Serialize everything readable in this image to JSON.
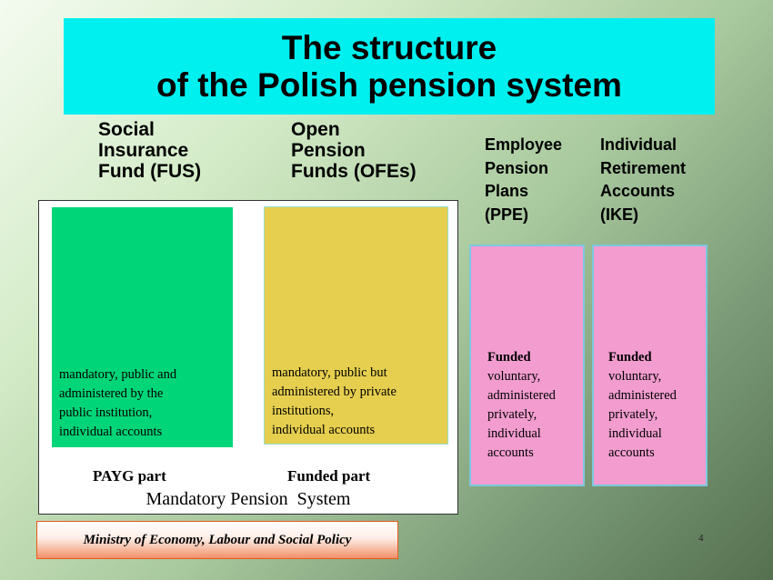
{
  "title": {
    "line1": "The structure",
    "line2": "of the Polish pension system"
  },
  "columns": {
    "fus": {
      "lines": [
        "Social",
        "Insurance",
        "Fund (FUS)"
      ]
    },
    "ofe": {
      "lines": [
        "Open",
        "Pension",
        "Funds (OFEs)"
      ]
    },
    "ppe": {
      "lines": [
        "Employee",
        "Pension",
        "Plans",
        "(PPE)"
      ]
    },
    "ike": {
      "lines": [
        "Individual",
        "Retirement",
        "Accounts",
        "(IKE)"
      ]
    }
  },
  "boxes": {
    "fus": {
      "lines": [
        "mandatory, public and",
        "administered by the",
        "public institution,",
        "individual accounts"
      ]
    },
    "ofe": {
      "lines": [
        "mandatory, public but",
        "administered by private",
        "institutions,",
        "individual accounts"
      ]
    },
    "ppe": {
      "heading": "Funded",
      "lines": [
        "voluntary,",
        "administered",
        "privately,",
        "individual",
        "accounts"
      ]
    },
    "ike": {
      "heading": "Funded",
      "lines": [
        "voluntary,",
        "administered",
        "privately,",
        "individual",
        "accounts"
      ]
    }
  },
  "labels": {
    "payg": "PAYG part",
    "funded": "Funded part",
    "system": "Mandatory Pension  System"
  },
  "footer": {
    "ministry": "Ministry of Economy, Labour and Social Policy",
    "page_number": "4"
  },
  "colors": {
    "title_bg": "#00f0f0",
    "fus_box": "#00d578",
    "ofe_box": "#e6cf4f",
    "voluntary_box": "#f29ccf"
  }
}
